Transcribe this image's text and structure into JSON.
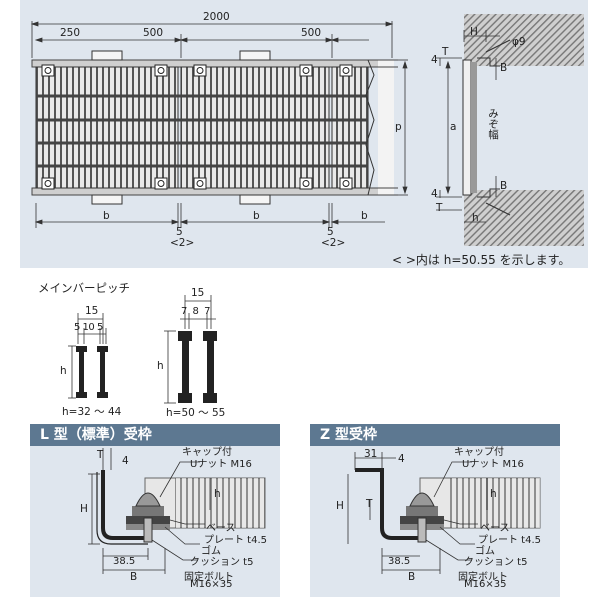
{
  "top_drawing": {
    "dims": {
      "total": "2000",
      "seg_250": "250",
      "seg_500a": "500",
      "seg_500b": "500",
      "b": "b",
      "gap5": "5",
      "gap2": "<2>",
      "p": "p",
      "a": "a",
      "mizo": "みぞ幅"
    },
    "side": {
      "H": "H",
      "phi": "φ9",
      "four": "4",
      "T": "T",
      "B": "B",
      "h": "h"
    },
    "note": "< >内は h=50.55 を示します。"
  },
  "main_bar": {
    "title": "メインバーピッチ",
    "left": {
      "pitch": "15",
      "sub": "5 10 5",
      "h": "h",
      "range": "h=32 ～ 44"
    },
    "right": {
      "pitch": "15",
      "sub": "7 8 7",
      "h": "h",
      "range": "h=50 ～ 55"
    }
  },
  "l_frame": {
    "title": "L 型（標準）受枠",
    "T": "T",
    "four": "4",
    "H": "H",
    "h": "h",
    "d385": "38.5",
    "B": "B",
    "callouts": {
      "cap1": "キャップ付",
      "cap2": "Uナット M16",
      "base1": "ベース",
      "base2": "プレート t4.5",
      "gum1": "ゴム",
      "gum2": "クッション t5",
      "bolt1": "固定ボルト",
      "bolt2": "M16×35"
    }
  },
  "z_frame": {
    "title": "Z 型受枠",
    "d31": "31",
    "four": "4",
    "T": "T",
    "H": "H",
    "h": "h",
    "d385": "38.5",
    "B": "B",
    "callouts": {
      "cap1": "キャップ付",
      "cap2": "Uナット M16",
      "base1": "ベース",
      "base2": "プレート t4.5",
      "gum1": "ゴム",
      "gum2": "クッション t5",
      "bolt1": "固定ボルト",
      "bolt2": "M16×35"
    }
  }
}
